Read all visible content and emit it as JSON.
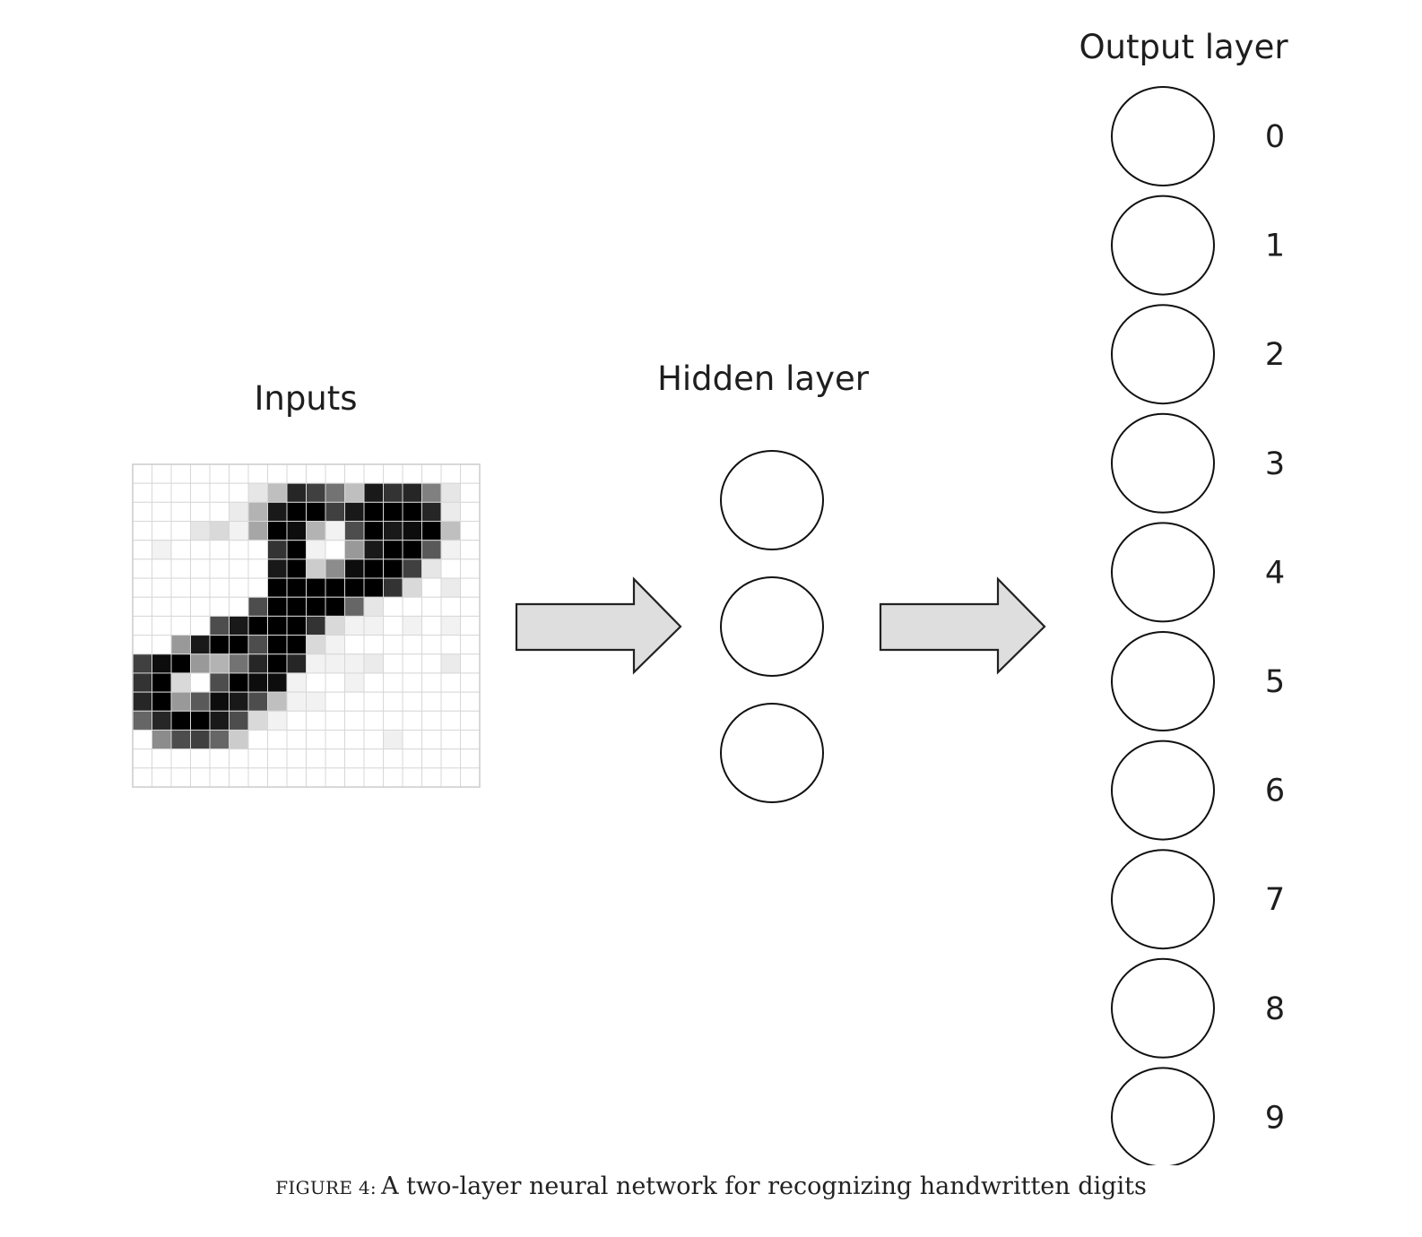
{
  "inputs": {
    "title": "Inputs",
    "grid": {
      "rows": 17,
      "cols": 18,
      "intensities": [
        [
          0,
          0,
          0,
          0,
          0,
          0,
          0,
          0,
          0,
          0,
          0,
          0,
          0,
          0,
          0,
          0,
          0,
          0
        ],
        [
          0,
          0,
          0,
          0,
          0,
          0,
          0.1,
          0.25,
          0.85,
          0.75,
          0.55,
          0.25,
          0.9,
          0.8,
          0.85,
          0.5,
          0.1,
          0
        ],
        [
          0,
          0,
          0,
          0,
          0,
          0.08,
          0.3,
          0.9,
          1,
          1,
          0.75,
          0.9,
          1,
          1,
          1,
          0.85,
          0.08,
          0
        ],
        [
          0,
          0,
          0,
          0.1,
          0.15,
          0.05,
          0.35,
          1,
          0.95,
          0.3,
          0.05,
          0.7,
          1,
          0.9,
          0.95,
          1,
          0.25,
          0
        ],
        [
          0,
          0.05,
          0,
          0,
          0,
          0,
          0,
          0.8,
          1,
          0.05,
          0,
          0.4,
          0.9,
          1,
          1,
          0.65,
          0.05,
          0
        ],
        [
          0,
          0,
          0,
          0,
          0,
          0,
          0,
          0.9,
          1,
          0.2,
          0.45,
          0.95,
          1,
          1,
          0.75,
          0.1,
          0,
          0
        ],
        [
          0,
          0,
          0,
          0,
          0,
          0,
          0,
          1,
          1,
          1,
          1,
          1,
          1,
          0.8,
          0.15,
          0,
          0.08,
          0
        ],
        [
          0,
          0,
          0,
          0,
          0,
          0,
          0.7,
          1,
          1,
          1,
          1,
          0.6,
          0.1,
          0,
          0,
          0,
          0,
          0
        ],
        [
          0,
          0,
          0,
          0,
          0.7,
          0.9,
          1,
          1,
          1,
          0.8,
          0.15,
          0.05,
          0.05,
          0,
          0.05,
          0,
          0.05,
          0
        ],
        [
          0,
          0,
          0.4,
          0.9,
          1,
          1,
          0.7,
          1,
          1,
          0.15,
          0.05,
          0,
          0,
          0,
          0,
          0,
          0,
          0
        ],
        [
          0.75,
          0.95,
          1,
          0.4,
          0.3,
          0.55,
          0.85,
          1,
          0.85,
          0.05,
          0.05,
          0.05,
          0.08,
          0,
          0,
          0,
          0.08,
          0
        ],
        [
          0.8,
          1,
          0.15,
          0,
          0.7,
          1,
          0.95,
          0.95,
          0.05,
          0,
          0,
          0.05,
          0,
          0,
          0,
          0,
          0,
          0
        ],
        [
          0.85,
          1,
          0.4,
          0.65,
          0.95,
          0.9,
          0.7,
          0.25,
          0.05,
          0.05,
          0,
          0,
          0,
          0,
          0,
          0,
          0,
          0
        ],
        [
          0.6,
          0.85,
          1,
          1,
          0.9,
          0.7,
          0.15,
          0.05,
          0,
          0,
          0,
          0,
          0,
          0,
          0,
          0,
          0,
          0
        ],
        [
          0,
          0.45,
          0.7,
          0.75,
          0.6,
          0.2,
          0,
          0,
          0,
          0,
          0,
          0,
          0,
          0.06,
          0,
          0,
          0,
          0
        ],
        [
          0,
          0,
          0,
          0,
          0,
          0,
          0,
          0,
          0,
          0,
          0,
          0,
          0,
          0,
          0,
          0,
          0,
          0
        ],
        [
          0,
          0,
          0,
          0,
          0,
          0,
          0,
          0,
          0,
          0,
          0,
          0,
          0,
          0,
          0,
          0,
          0,
          0
        ]
      ]
    }
  },
  "hidden_layer": {
    "title": "Hidden layer",
    "node_count": 3
  },
  "output_layer": {
    "title": "Output layer",
    "labels": [
      "0",
      "1",
      "2",
      "3",
      "4",
      "5",
      "6",
      "7",
      "8",
      "9"
    ]
  },
  "caption": {
    "label": "FIGURE 4:",
    "text": "A two-layer neural network for recognizing handwritten digits"
  },
  "colors": {
    "stroke": "#111111",
    "arrow_fill": "#dedede",
    "grid_line": "#d7d7d7",
    "text": "#1e1e1e"
  }
}
